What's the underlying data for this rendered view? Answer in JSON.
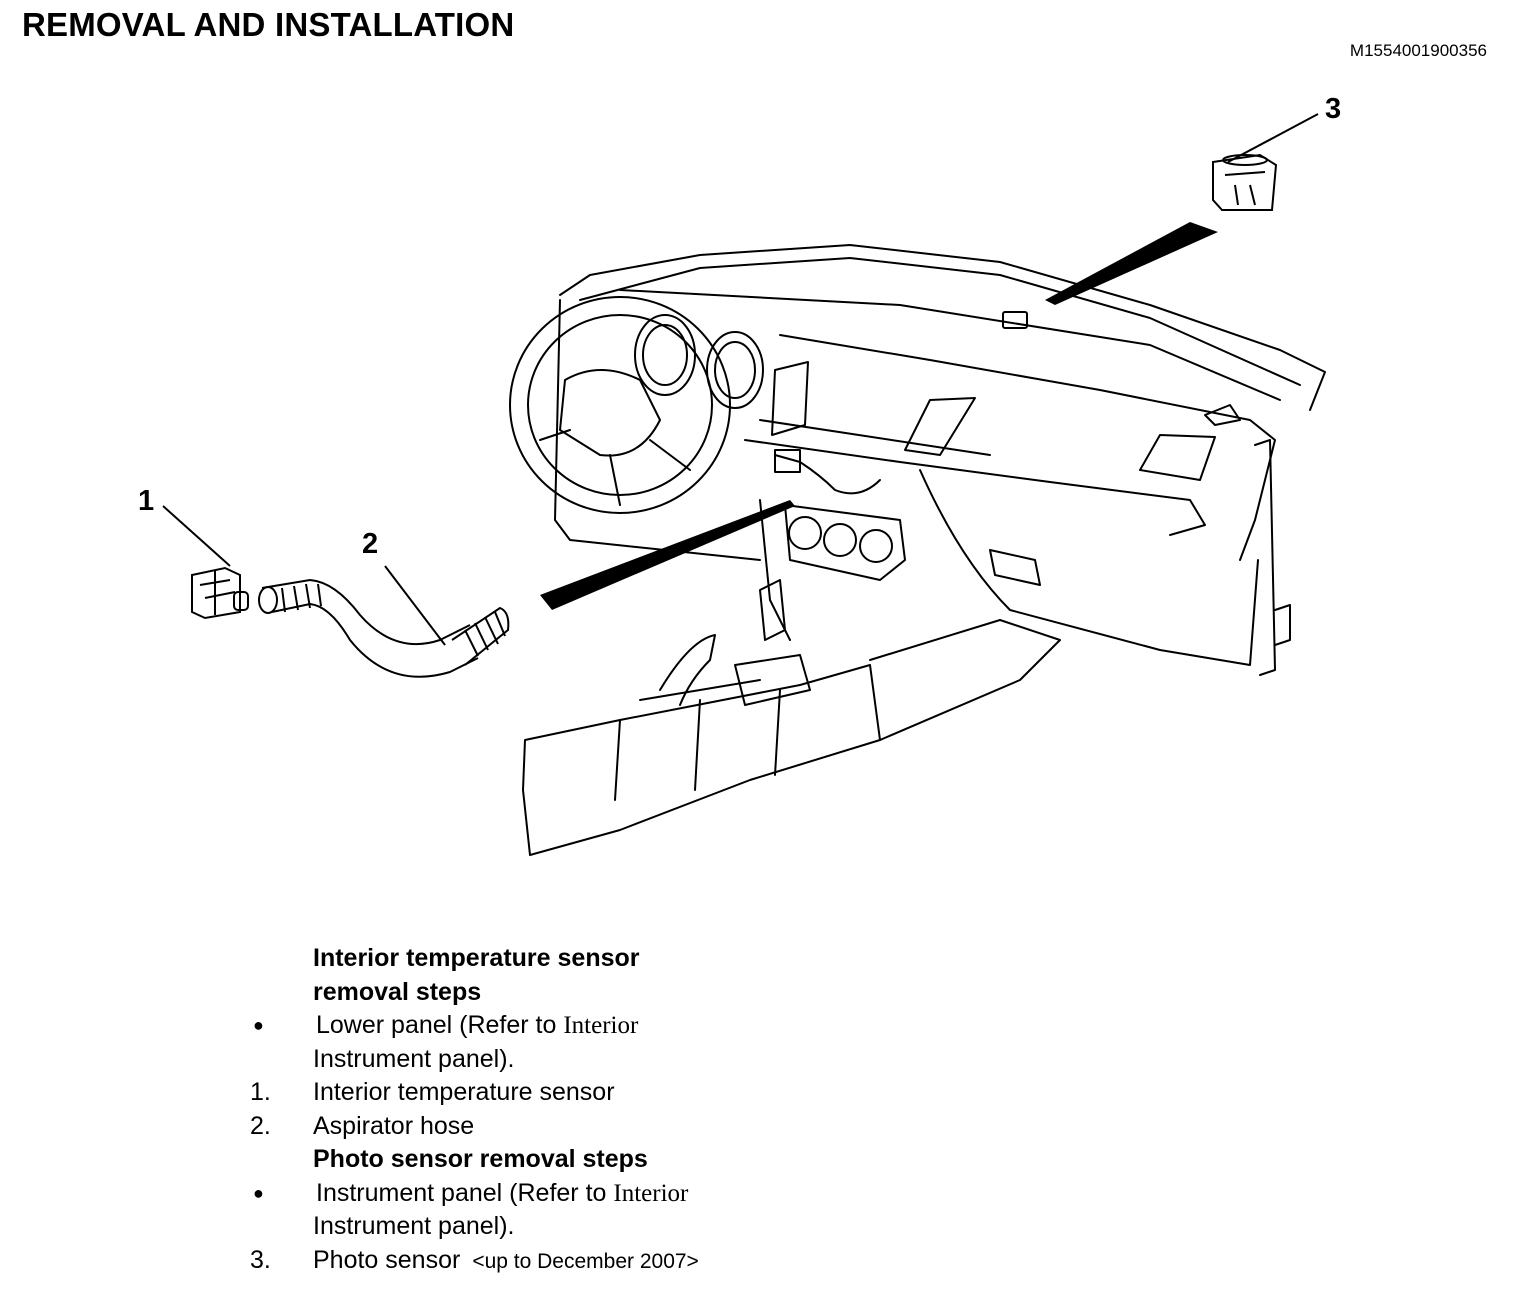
{
  "header": {
    "title": "REMOVAL AND INSTALLATION",
    "figure_code": "M1554001900356"
  },
  "figure": {
    "callouts": [
      "1",
      "2",
      "3"
    ]
  },
  "procedure": {
    "interior_heading_line1": "Interior temperature sensor",
    "interior_heading_line2": "removal steps",
    "bullet_symbol": "●",
    "lower_panel_text": "Lower panel (Refer to ",
    "lower_panel_link": "Interior",
    "lower_panel_line2": "Instrument panel).",
    "step1_num": "1.",
    "step1_text": "Interior temperature sensor",
    "step2_num": "2.",
    "step2_text": "Aspirator hose",
    "photo_heading": "Photo sensor removal steps",
    "instrument_panel_text": "Instrument panel (Refer to ",
    "instrument_panel_link": "Interior",
    "instrument_panel_line2": "Instrument panel).",
    "step3_num": "3.",
    "step3_text": "Photo sensor",
    "step3_note": "<up to December 2007>"
  }
}
